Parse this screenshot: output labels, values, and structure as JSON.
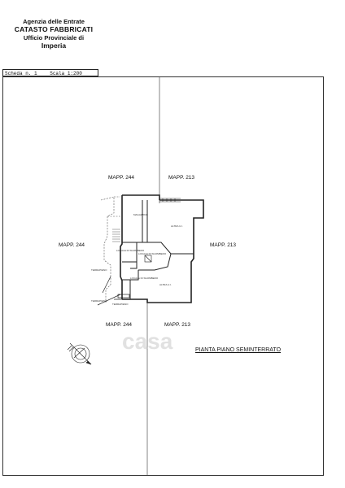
{
  "header": {
    "agency": "Agenzia delle Entrate",
    "catasto": "CATASTO FABBRICATI",
    "office": "Ufficio Provinciale di",
    "city": "Imperia"
  },
  "sheet": {
    "scheda": "Scheda n. 1",
    "scala": "Scala 1:200"
  },
  "parcels": {
    "top_left": "MAPP. 244",
    "top_right": "MAPP. 213",
    "left": "MAPP. 244",
    "right": "MAPP. 213",
    "bottom_left": "MAPP. 244",
    "bottom_right": "MAPP. 213"
  },
  "rooms": {
    "magazzino": "MAGAZZINO",
    "altra_ui_top": "ALTRA U.I.",
    "locale_sgombero_left": "LOCALE DI SGOMBERO",
    "locale_sgombero_right": "LOCALE DI SGOMBERO",
    "altra_ui_bottom": "ALTRA U.I.",
    "locale_sgombero_bottom": "LOCALE DI SGOMBERO",
    "terrapieno_left": "TERRAPIENO",
    "terrapieno_bottom": "TERRAPIENO",
    "terrapieno_right": "TERRAPIENO"
  },
  "floor_title": "PIANTA PIANO SEMINTERRATO",
  "watermark": "casa",
  "colors": {
    "line": "#222222",
    "frame": "#333333",
    "watermark": "#c8c8c8"
  }
}
